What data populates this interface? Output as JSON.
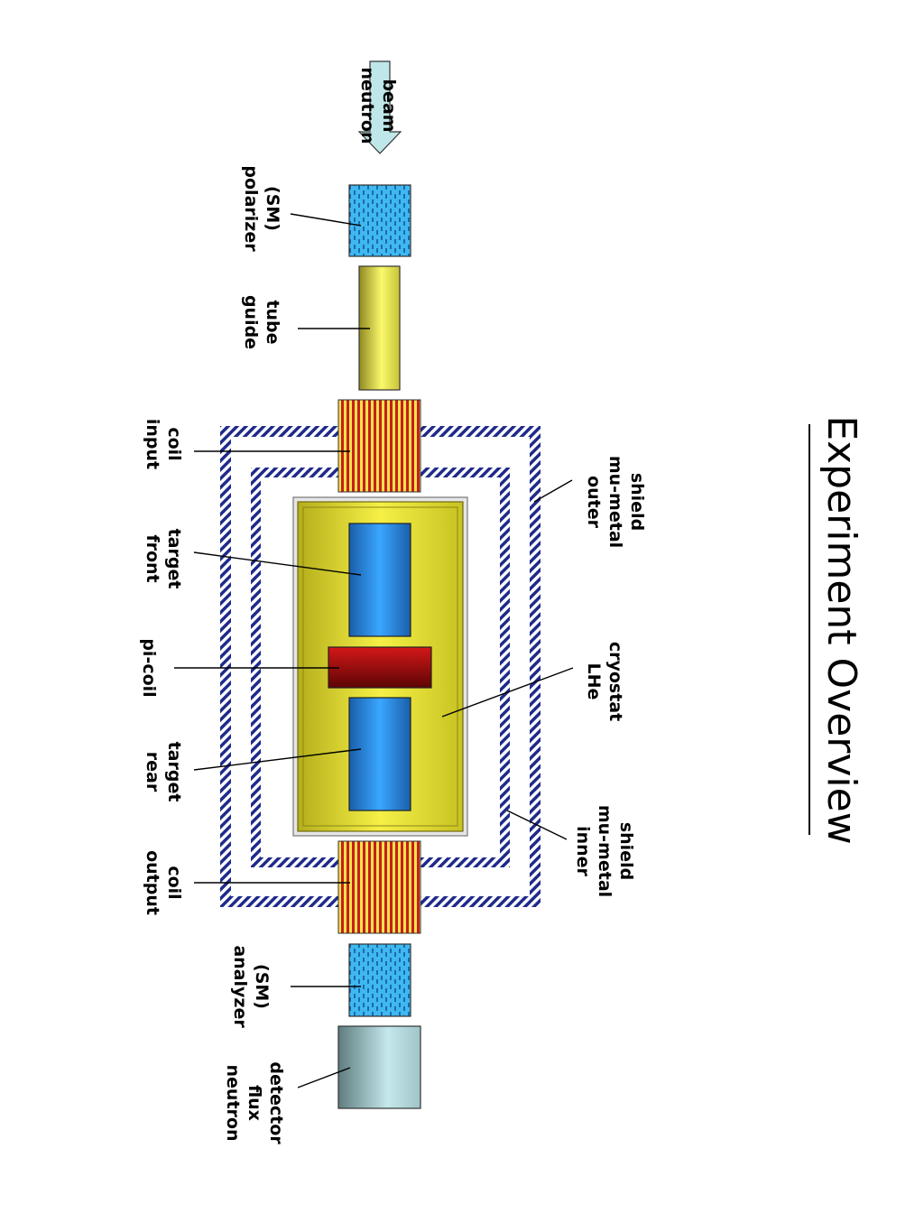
{
  "title": "Experiment Overview",
  "labels": {
    "neutron_beam": [
      "neutron",
      "beam"
    ],
    "polarizer": [
      "polarizer",
      "(SM)"
    ],
    "guide_tube": [
      "guide",
      "tube"
    ],
    "input_coil": [
      "input",
      "coil"
    ],
    "front_target": [
      "front",
      "target"
    ],
    "pi_coil": [
      "pi-coil"
    ],
    "rear_target": [
      "rear",
      "target"
    ],
    "output_coil": [
      "output",
      "coil"
    ],
    "analyzer": [
      "analyzer",
      "(SM)"
    ],
    "detector": [
      "neutron",
      "flux",
      "detector"
    ],
    "outer_shield": [
      "outer",
      "mu-metal",
      "shield"
    ],
    "cryostat": [
      "LHe",
      "cryostat"
    ],
    "inner_shield": [
      "inner",
      "mu-metal",
      "shield"
    ]
  },
  "colors": {
    "beam_arrow": "#bfe6e8",
    "polarizer": "#3fb8f0",
    "guide_tube": "#f2ee5a",
    "coil_red": "#cc1f1f",
    "coil_yellow": "#f5e84a",
    "shield": "#1f2a8a",
    "cryostat": "#eeea3a",
    "target": "#2a8ee0",
    "pi_coil": "#b01010",
    "detector": "#a9cfd4"
  }
}
